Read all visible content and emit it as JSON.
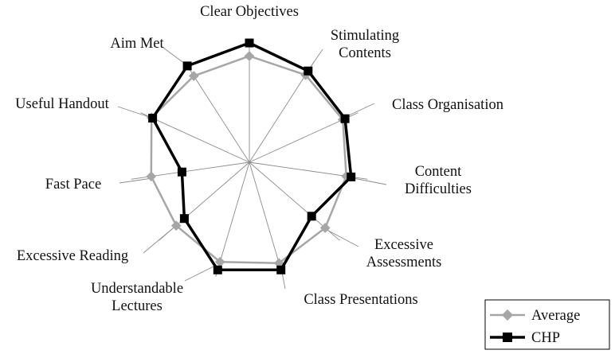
{
  "chart_data": {
    "type": "radar",
    "categories": [
      "Clear Objectives",
      "Stimulating Contents",
      "Class Organisation",
      "Content Difficulties",
      "Excessive Assessments",
      "Class Presentations",
      "Understandable Lectures",
      "Excessive Reading",
      "Fast Pace",
      "Useful Handout",
      "Aim Met"
    ],
    "category_lines": [
      [
        "Clear Objectives"
      ],
      [
        "Stimulating",
        "Contents"
      ],
      [
        "Class Organisation"
      ],
      [
        "Content",
        "Difficulties"
      ],
      [
        "Excessive",
        "Assessments"
      ],
      [
        "Class Presentations"
      ],
      [
        "Understandable",
        "Lectures"
      ],
      [
        "Excessive Reading"
      ],
      [
        "Fast Pace"
      ],
      [
        "Useful Handout"
      ],
      [
        "Aim Met"
      ]
    ],
    "series": [
      {
        "name": "Average",
        "color": "#a6a6a6",
        "marker": "diamond",
        "values": [
          0.89,
          0.87,
          0.86,
          0.82,
          0.84,
          0.88,
          0.87,
          0.81,
          0.83,
          0.9,
          0.86
        ]
      },
      {
        "name": "CHP",
        "color": "#000000",
        "marker": "square",
        "values": [
          1.0,
          0.91,
          0.88,
          0.86,
          0.69,
          0.94,
          0.94,
          0.72,
          0.57,
          0.89,
          0.96
        ]
      }
    ],
    "rlim": [
      0,
      1
    ],
    "grid": false,
    "legend_position": "bottom-right"
  }
}
